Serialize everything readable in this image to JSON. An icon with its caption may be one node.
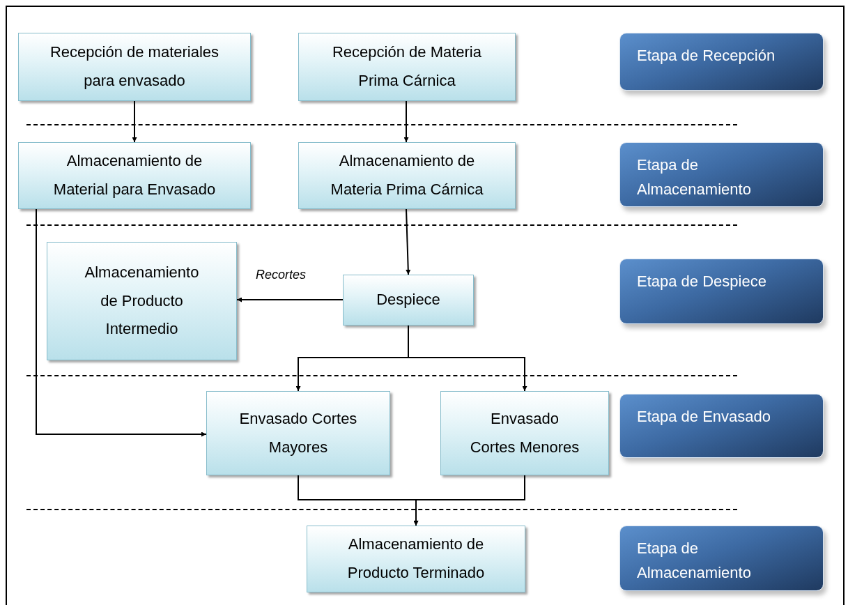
{
  "diagram": {
    "nodes": [
      {
        "text": [
          "Recepción de materiales para envasado"
        ]
      },
      {
        "text": [
          "Recepción de Materia Prima Cárnica"
        ]
      },
      {
        "text": [
          "Etapa de Recepción"
        ]
      },
      {
        "text": [
          "Almacenamiento de Material para Envasado"
        ]
      },
      {
        "text": [
          "Almacenamiento de Materia Prima Cárnica"
        ]
      },
      {
        "text": [
          "Etapa de Almacenamiento"
        ]
      },
      {
        "text": [
          "Almacenamiento de Producto Intermedio"
        ]
      },
      {
        "text": [
          "Despiece"
        ]
      },
      {
        "text": [
          "Etapa de Despiece"
        ]
      },
      {
        "text": [
          "Envasado Cortes Mayores"
        ]
      },
      {
        "text": [
          "Envasado Cortes Menores"
        ]
      },
      {
        "text": [
          "Etapa de Envasado"
        ]
      },
      {
        "text": [
          "Almacenamiento de Producto Terminado"
        ]
      },
      {
        "text": [
          "Etapa de Almacenamiento"
        ]
      }
    ],
    "edges": [
      {
        "from": 0,
        "to": 3,
        "arrow": "to"
      },
      {
        "from": 1,
        "to": 4,
        "arrow": "to"
      },
      {
        "from": 4,
        "to": 7,
        "arrow": "to"
      },
      {
        "from": 7,
        "to": 6,
        "arrow": "to",
        "label": "Recortes"
      },
      {
        "from": 7,
        "to": 9,
        "arrow": "to"
      },
      {
        "from": 7,
        "to": 10,
        "arrow": "to"
      },
      {
        "from": 3,
        "to": 9,
        "arrow": "to"
      },
      {
        "from": 9,
        "to": 12,
        "arrow": "to"
      },
      {
        "from": 10,
        "to": 12,
        "arrow": "to"
      }
    ]
  }
}
